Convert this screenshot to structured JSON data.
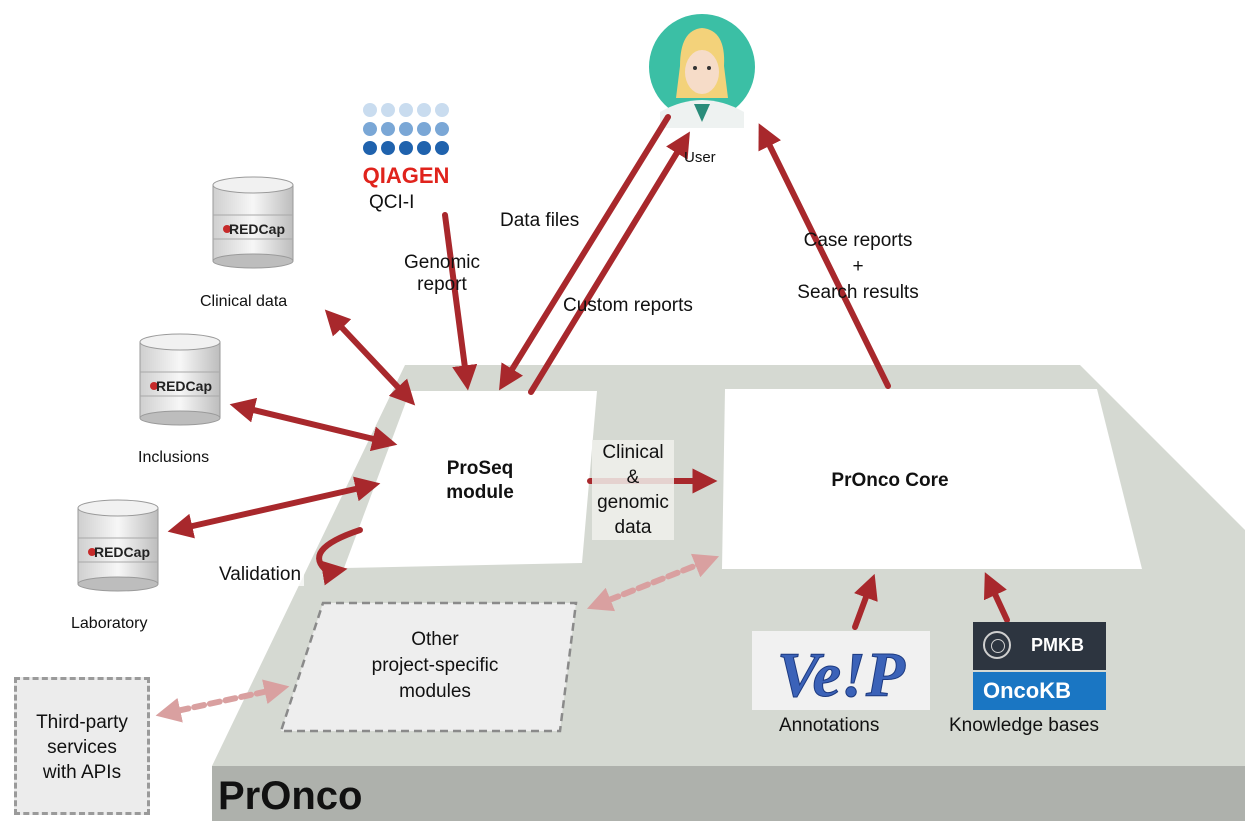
{
  "platform": {
    "title": "PrOnco"
  },
  "user": {
    "label": "User"
  },
  "qiagen": {
    "logo_text": "QIAGEN",
    "label": "QCI-I"
  },
  "redcap": {
    "logo_text": "REDCap",
    "clinical": "Clinical data",
    "inclusions": "Inclusions",
    "laboratory": "Laboratory"
  },
  "proseq": {
    "line1": "ProSeq",
    "line2": "module"
  },
  "core": {
    "title": "PrOnco Core"
  },
  "other_modules": {
    "line1": "Other",
    "line2": "project-specific",
    "line3": "modules"
  },
  "third_party": {
    "line1": "Third-party",
    "line2": "services",
    "line3": "with APIs"
  },
  "flows": {
    "genomic_report_1": "Genomic",
    "genomic_report_2": "report",
    "data_files": "Data files",
    "custom_reports": "Custom reports",
    "case_reports": "Case reports",
    "plus": "+",
    "search_results": "Search results",
    "clinical": "Clinical",
    "amp": "&",
    "genomic": "genomic",
    "data": "data",
    "validation": "Validation"
  },
  "annotations": {
    "logo_text": "Ve!P",
    "label": "Annotations"
  },
  "knowledge": {
    "pmkb": "PMKB",
    "oncokb": "OncoKB",
    "label": "Knowledge bases"
  },
  "colors": {
    "arrow": "#a8282c",
    "arrow_light": "#d9a0a0",
    "platform": "#d5d9d2",
    "platform_base": "#aeb1ac",
    "user_circle": "#3bbfa5",
    "qiagen_red": "#e0231c",
    "qiagen_blue": "#1f62ad"
  }
}
